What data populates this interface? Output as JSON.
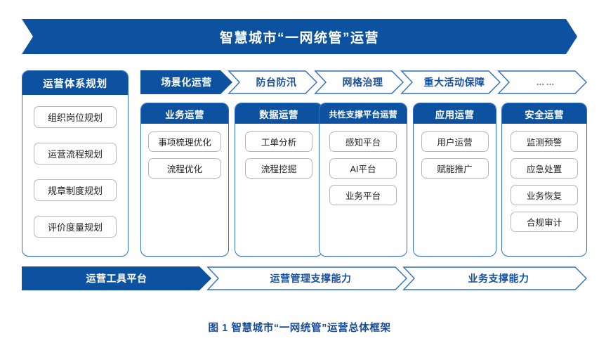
{
  "title_banner": {
    "text": "智慧城市“一网统管”运营"
  },
  "colors": {
    "primary_blue": "#0d52a0",
    "outline_blue": "#2f6fc0",
    "chevron_text_blue": "#18519e",
    "pill_border_gray": "#b7b7b7",
    "caption_blue": "#1a4b96"
  },
  "scenario_row": {
    "lead": {
      "label": "场景化运营",
      "style": "solid"
    },
    "chevrons": [
      {
        "label": "防台防汛"
      },
      {
        "label": "网格治理"
      },
      {
        "label": "重大活动保障"
      },
      {
        "label": "……"
      }
    ]
  },
  "planning_card": {
    "header": "运营体系规划",
    "items": [
      "组织岗位规划",
      "运营流程规划",
      "规章制度规划",
      "评价度量规划"
    ]
  },
  "subcards": [
    {
      "header": "业务运营",
      "items": [
        "事项梳理优化",
        "流程优化"
      ]
    },
    {
      "header": "数据运营",
      "items": [
        "工单分析",
        "流程挖掘"
      ]
    },
    {
      "header": "共性支撑平台运营",
      "items": [
        "感知平台",
        "AI平台",
        "业务平台"
      ]
    },
    {
      "header": "应用运营",
      "items": [
        "用户运营",
        "赋能推广"
      ]
    },
    {
      "header": "安全运营",
      "items": [
        "监测预警",
        "应急处置",
        "业务恢复",
        "合规审计"
      ]
    }
  ],
  "platform_row": {
    "lead": {
      "label": "运营工具平台",
      "style": "solid"
    },
    "chevrons": [
      {
        "label": "运营管理支撑能力"
      },
      {
        "label": "业务支撑能力"
      }
    ]
  },
  "caption": {
    "text": "图 1 智慧城市“一网统管”运营总体框架"
  }
}
